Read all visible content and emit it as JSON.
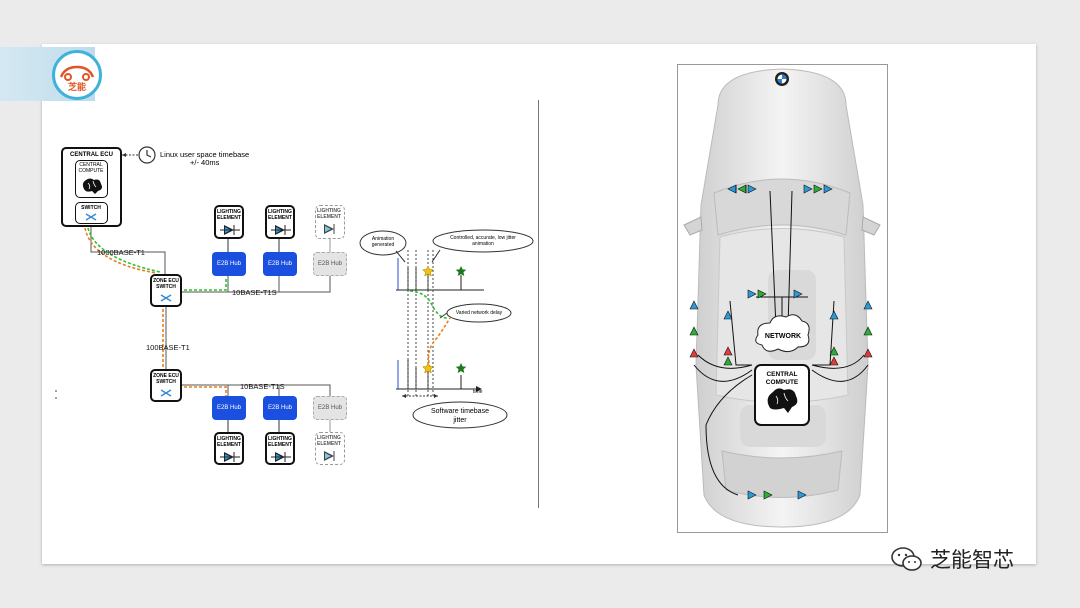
{
  "logo": {
    "text": "芝能"
  },
  "left": {
    "central_ecu": {
      "title": "CENTRAL ECU",
      "compute": "CENTRAL\nCOMPUTE",
      "switch": "SWITCH"
    },
    "timebase": {
      "line1": "Linux user space timebase",
      "line2": "+/- 40ms"
    },
    "links": {
      "backbone": "1000BASE-T1",
      "zone_link": "100BASE-T1",
      "t1s_top": "10BASE-T1S",
      "t1s_bottom": "10BASE-T1S"
    },
    "zone_ecu": "ZONE ECU\nSWITCH",
    "lighting": "LIGHTING\nELEMENT",
    "hub": "E2B Hub",
    "timing": {
      "animation_generated": "Animation\ngenerated",
      "controlled": "Controlled, accurate, low jitter\nanimation",
      "varied": "Varied network delay",
      "time": "time",
      "jitter": "Software timebase\njitter"
    }
  },
  "right": {
    "network": "NETWORK",
    "central_compute": "CENTRAL\nCOMPUTE"
  },
  "watermark": {
    "text": "芝能智芯"
  },
  "colors": {
    "green": "#2fbf2f",
    "orange": "#e8801a",
    "hub_blue": "#1a4fe0",
    "logo_ring": "#3fb2d9"
  }
}
